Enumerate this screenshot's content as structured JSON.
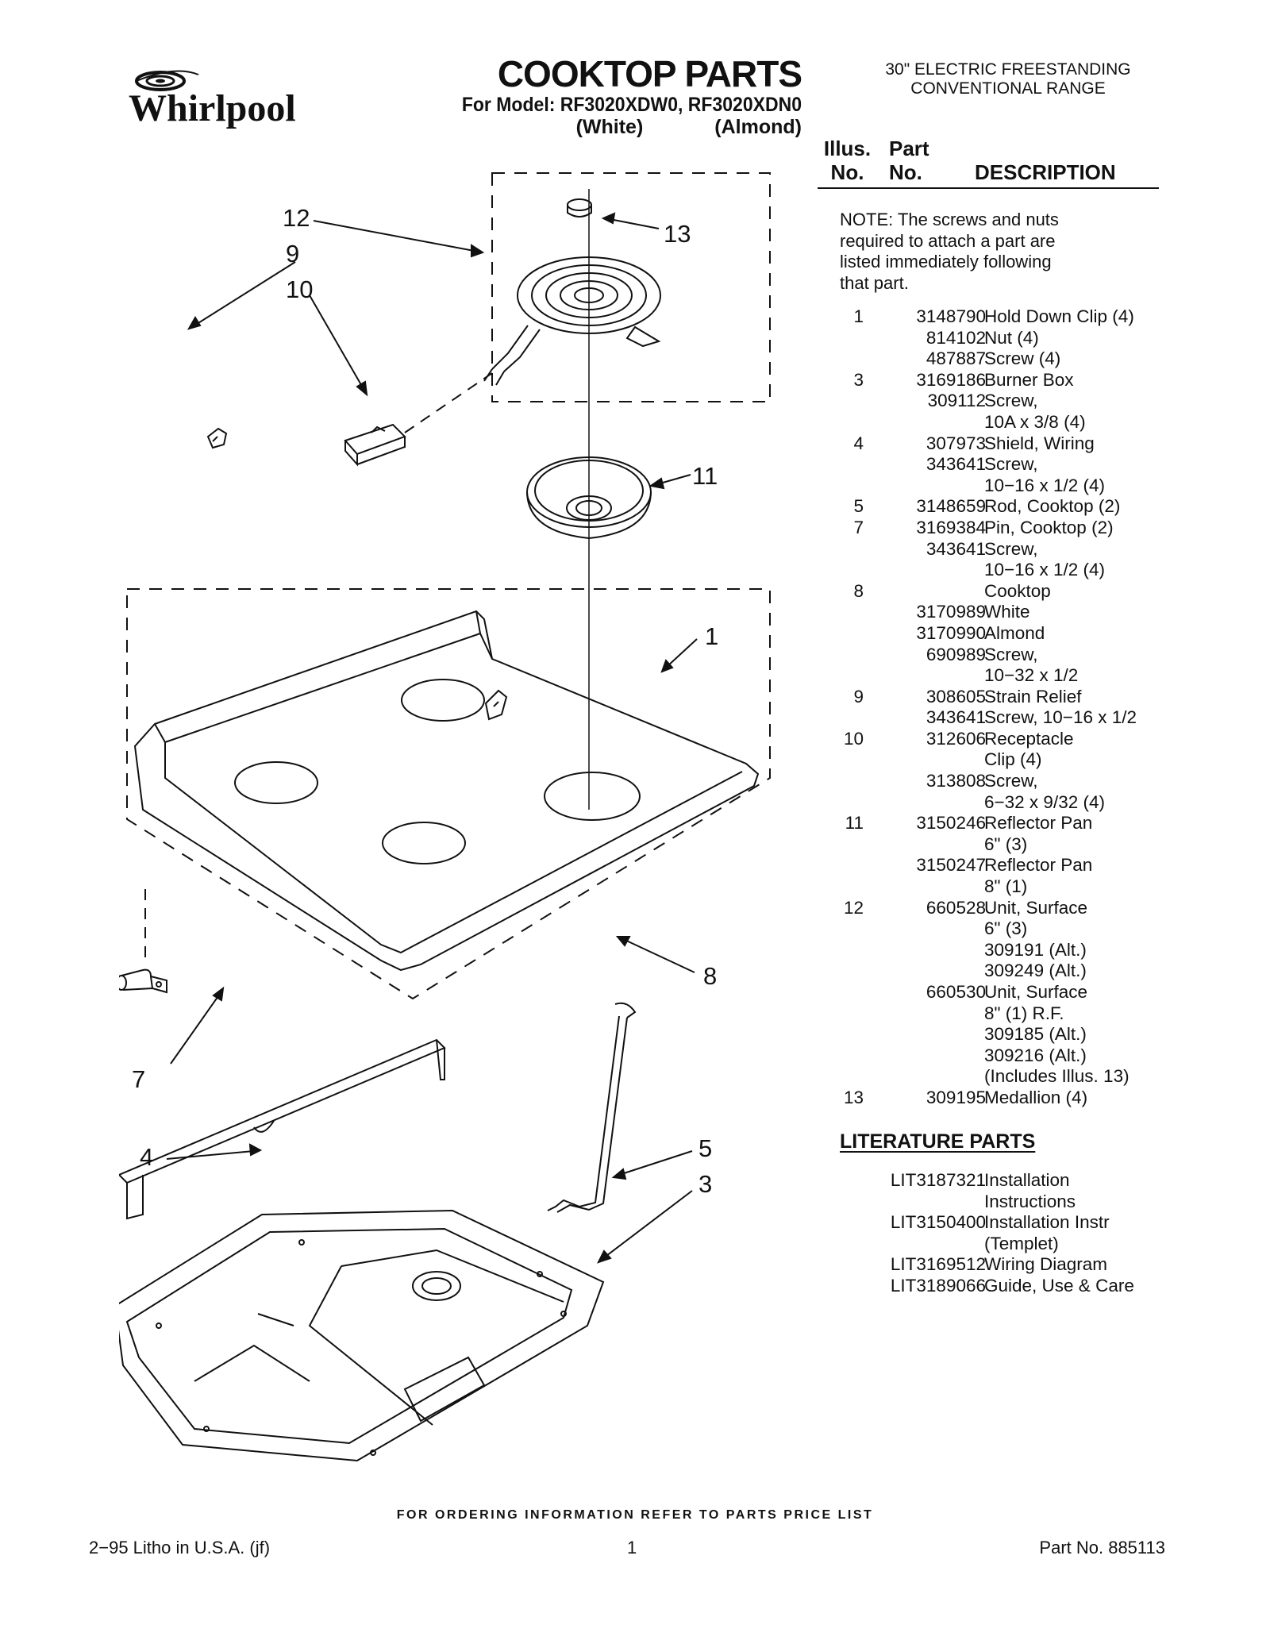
{
  "header": {
    "brand": "Whirlpool",
    "title": "COOKTOP PARTS",
    "model_line": "For Model: RF3020XDW0, RF3020XDN0",
    "variant_white": "(White)",
    "variant_almond": "(Almond)",
    "range_line1": "30\" ELECTRIC FREESTANDING",
    "range_line2": "CONVENTIONAL RANGE"
  },
  "table": {
    "col_illus_1": "Illus.",
    "col_illus_2": "No.",
    "col_part_1": "Part",
    "col_part_2": "No.",
    "col_desc": "DESCRIPTION",
    "note": "NOTE: The screws and nuts\nrequired to attach a part are\nlisted immediately following\n that part.",
    "rows": [
      {
        "illus": "1",
        "part": "3148790",
        "desc": "Hold Down Clip (4)"
      },
      {
        "illus": "",
        "part": "814102",
        "desc": "Nut (4)"
      },
      {
        "illus": "",
        "part": "487887",
        "desc": "Screw (4)"
      },
      {
        "illus": "3",
        "part": "3169186",
        "desc": "Burner Box"
      },
      {
        "illus": "",
        "part": "309112",
        "desc": "Screw,"
      },
      {
        "illus": "",
        "part": "",
        "desc": "10A x 3/8 (4)"
      },
      {
        "illus": "4",
        "part": "307973",
        "desc": "Shield, Wiring"
      },
      {
        "illus": "",
        "part": "343641",
        "desc": "Screw,"
      },
      {
        "illus": "",
        "part": "",
        "desc": "10−16 x 1/2 (4)"
      },
      {
        "illus": "5",
        "part": "3148659",
        "desc": "Rod, Cooktop (2)"
      },
      {
        "illus": "7",
        "part": "3169384",
        "desc": "Pin, Cooktop (2)"
      },
      {
        "illus": "",
        "part": "343641",
        "desc": "Screw,"
      },
      {
        "illus": "",
        "part": "",
        "desc": "10−16 x 1/2 (4)"
      },
      {
        "illus": "8",
        "part": "",
        "desc": "Cooktop"
      },
      {
        "illus": "",
        "part": "3170989",
        "desc": "White"
      },
      {
        "illus": "",
        "part": "3170990",
        "desc": "Almond"
      },
      {
        "illus": "",
        "part": "690989",
        "desc": "Screw,"
      },
      {
        "illus": "",
        "part": "",
        "desc": "10−32 x 1/2"
      },
      {
        "illus": "9",
        "part": "308605",
        "desc": "Strain Relief"
      },
      {
        "illus": "",
        "part": "343641",
        "desc": "Screw, 10−16 x 1/2"
      },
      {
        "illus": "10",
        "part": "312606",
        "desc": "Receptacle"
      },
      {
        "illus": "",
        "part": "",
        "desc": "Clip (4)"
      },
      {
        "illus": "",
        "part": "313808",
        "desc": "Screw,"
      },
      {
        "illus": "",
        "part": "",
        "desc": "6−32 x 9/32 (4)"
      },
      {
        "illus": "11",
        "part": "3150246",
        "desc": "Reflector Pan"
      },
      {
        "illus": "",
        "part": "",
        "desc": "6\" (3)"
      },
      {
        "illus": "",
        "part": "3150247",
        "desc": "Reflector Pan"
      },
      {
        "illus": "",
        "part": "",
        "desc": "8\" (1)"
      },
      {
        "illus": "12",
        "part": "660528",
        "desc": "Unit, Surface"
      },
      {
        "illus": "",
        "part": "",
        "desc": "6\" (3)"
      },
      {
        "illus": "",
        "part": "",
        "desc": "309191 (Alt.)"
      },
      {
        "illus": "",
        "part": "",
        "desc": "309249 (Alt.)"
      },
      {
        "illus": "",
        "part": "660530",
        "desc": "Unit, Surface"
      },
      {
        "illus": "",
        "part": "",
        "desc": "8\" (1) R.F."
      },
      {
        "illus": "",
        "part": "",
        "desc": "309185 (Alt.)"
      },
      {
        "illus": "",
        "part": "",
        "desc": "309216 (Alt.)"
      },
      {
        "illus": "",
        "part": "",
        "desc": "(Includes Illus. 13)"
      },
      {
        "illus": "13",
        "part": "309195",
        "desc": "Medallion (4)"
      }
    ]
  },
  "literature": {
    "title": "LITERATURE PARTS",
    "rows": [
      {
        "part": "LIT3187321",
        "desc": "Installation"
      },
      {
        "part": "",
        "desc": "Instructions"
      },
      {
        "part": "LIT3150400",
        "desc": "Installation Instr"
      },
      {
        "part": "",
        "desc": "(Templet)"
      },
      {
        "part": "LIT3169512",
        "desc": "Wiring Diagram"
      },
      {
        "part": "LIT3189066",
        "desc": "Guide, Use & Care"
      }
    ]
  },
  "diagram": {
    "callouts": [
      "12",
      "9",
      "10",
      "13",
      "11",
      "1",
      "8",
      "7",
      "5",
      "4",
      "3"
    ]
  },
  "footer": {
    "order_note": "FOR ORDERING INFORMATION REFER TO PARTS PRICE LIST",
    "litho": "2−95 Litho in U.S.A. (jf)",
    "page": "1",
    "part_no": "Part No. 885113"
  },
  "colors": {
    "ink": "#111111",
    "paper": "#ffffff"
  }
}
